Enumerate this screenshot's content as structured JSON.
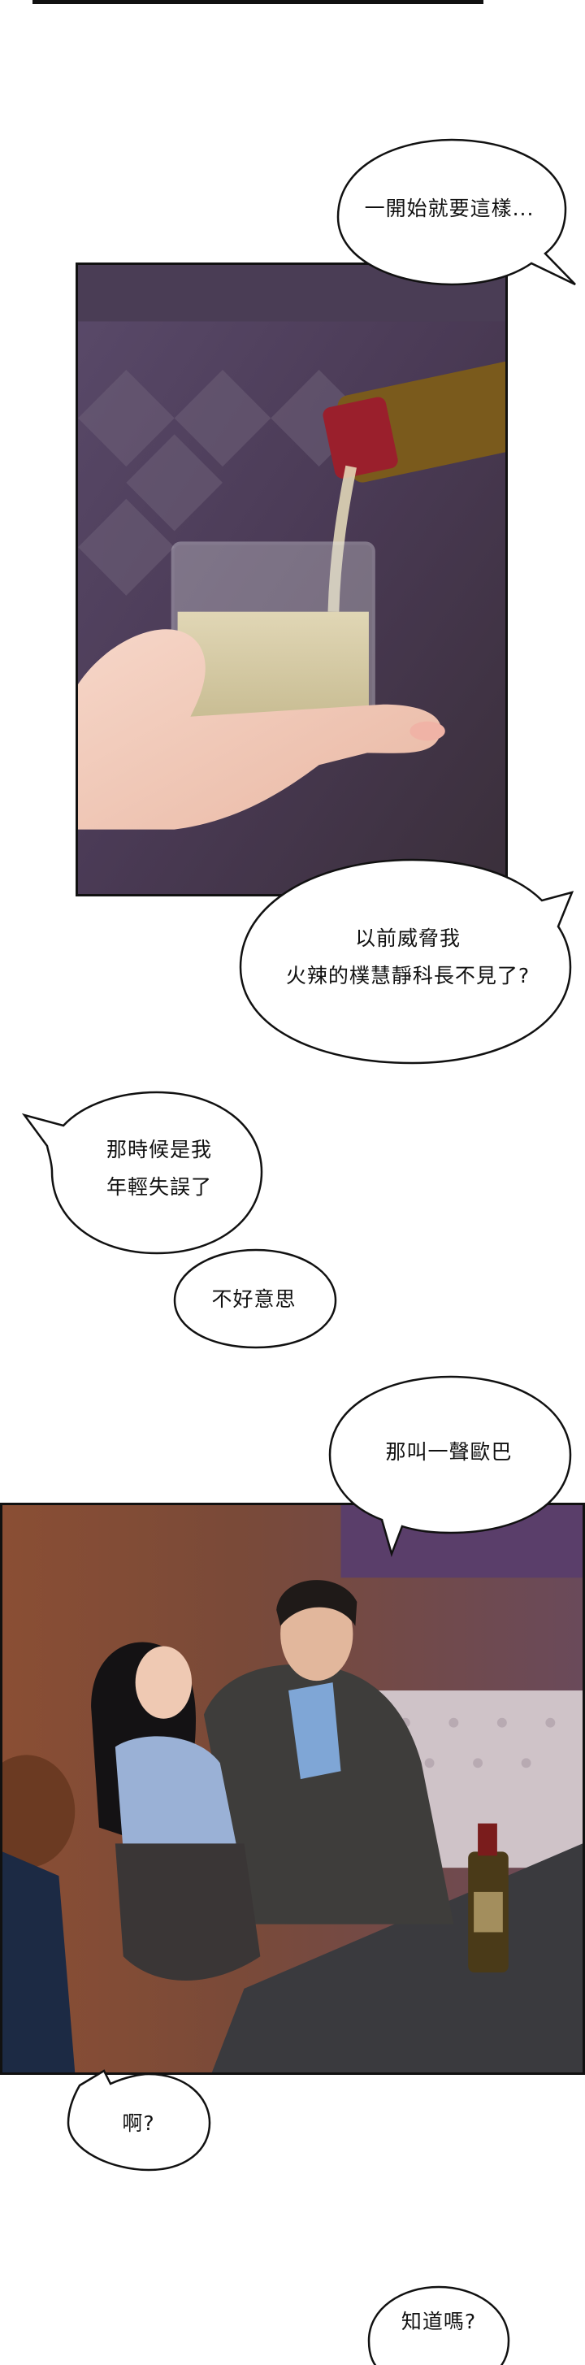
{
  "bubbles": {
    "b1": {
      "line1": "一開始就要這樣..."
    },
    "b2": {
      "line1": "以前威脅我",
      "line2": "火辣的樸慧靜科長不見了?"
    },
    "b3": {
      "line1": "那時候是我",
      "line2": "年輕失誤了"
    },
    "b4": {
      "line1": "不好意思"
    },
    "b5": {
      "line1": "那叫一聲歐巴"
    },
    "b6": {
      "line1": "啊?"
    },
    "b7": {
      "line1": "知道嗎?"
    }
  },
  "colors": {
    "ink": "#111111",
    "bubble_fill": "#ffffff",
    "panel1_bg": "#4a3a55",
    "panel2_bg": "#6b4a3e"
  }
}
